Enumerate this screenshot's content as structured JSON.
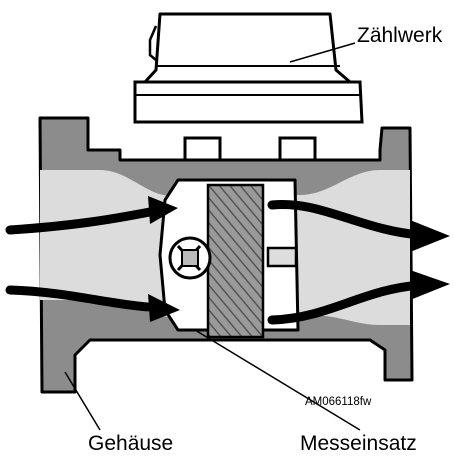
{
  "labels": {
    "counter": "Zählwerk",
    "housing": "Gehäuse",
    "measuring_insert": "Messeinsatz",
    "figure_code": "AM066118fw"
  },
  "colors": {
    "housing_fill": "#8c8c8c",
    "housing_inner": "#d9d9d9",
    "counter_fill": "#ffffff",
    "outline": "#000000",
    "flow_arrows": "#000000",
    "hatch": "#707070"
  },
  "icons": {
    "flow_in": "arrow-right-icon",
    "flow_out": "arrow-right-icon",
    "impeller": "turbine-impeller-icon"
  }
}
